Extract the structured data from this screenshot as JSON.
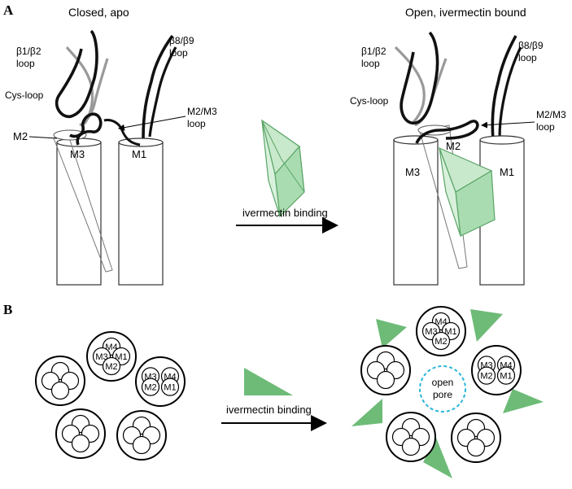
{
  "panel_a": {
    "letter": "A",
    "left": {
      "title": "Closed, apo",
      "labels": {
        "b1b2": [
          "β1/β2",
          "loop"
        ],
        "b8b9": [
          "β8/β9",
          "loop"
        ],
        "cys": "Cys-loop",
        "m2m3": [
          "M2/M3",
          "loop"
        ],
        "m2": "M2",
        "m3": "M3",
        "m1": "M1"
      }
    },
    "right": {
      "title": "Open, ivermectin bound",
      "labels": {
        "b1b2": [
          "β1/β2",
          "loop"
        ],
        "b8b9": [
          "β8/β9",
          "loop"
        ],
        "cys": "Cys-loop",
        "m2m3": [
          "M2/M3",
          "loop"
        ],
        "m2": "M2",
        "m3": "M3",
        "m1": "M1"
      }
    },
    "arrow_label": "ivermectin binding"
  },
  "panel_b": {
    "letter": "B",
    "arrow_label": "ivermectin binding",
    "helix_labels": [
      "M1",
      "M2",
      "M3",
      "M4"
    ],
    "pore_label": [
      "open",
      "pore"
    ]
  },
  "colors": {
    "ivermectin_green": "#6dbb77",
    "pore_cyan": "#29b6d8"
  }
}
